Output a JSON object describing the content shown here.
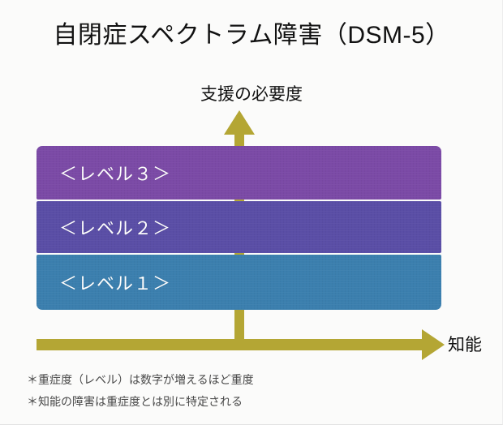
{
  "slide": {
    "title": "自閉症スペクトラム障害（DSM-5）",
    "background_color": "#fbfbfa"
  },
  "chart_data": {
    "type": "bar",
    "title": "自閉症スペクトラム障害（DSM-5）",
    "xlabel": "知能",
    "ylabel": "支援の必要度",
    "grid": false,
    "legend": "none",
    "orientation": "horizontal-bands",
    "categories": [
      "＜レベル１＞",
      "＜レベル２＞",
      "＜レベル３＞"
    ],
    "values": [
      1,
      2,
      3
    ],
    "series": [
      {
        "name": "支援の必要度",
        "values": [
          1,
          2,
          3
        ]
      }
    ],
    "bands": [
      {
        "label": "＜レベル３＞",
        "level": 3,
        "color": "#7b4aa6",
        "support_rank": "highest"
      },
      {
        "label": "＜レベル２＞",
        "level": 2,
        "color": "#5a4ea6",
        "support_rank": "middle"
      },
      {
        "label": "＜レベル１＞",
        "level": 1,
        "color": "#3b7fae",
        "support_rank": "lowest"
      }
    ],
    "axes": {
      "y": {
        "label": "支援の必要度",
        "direction": "up",
        "arrow_color": "#b4a634",
        "ticks": []
      },
      "x": {
        "label": "知能",
        "direction": "right",
        "arrow_color": "#b4a634",
        "ticks": []
      }
    },
    "annotations": [
      "＊重症度（レベル）は数字が増えるほど重度",
      "＊知能の障害は重症度とは別に特定される"
    ]
  },
  "footnotes": [
    {
      "text": "＊重症度（レベル）は数字が増えるほど重度"
    },
    {
      "text": "＊知能の障害は重症度とは別に特定される"
    }
  ]
}
